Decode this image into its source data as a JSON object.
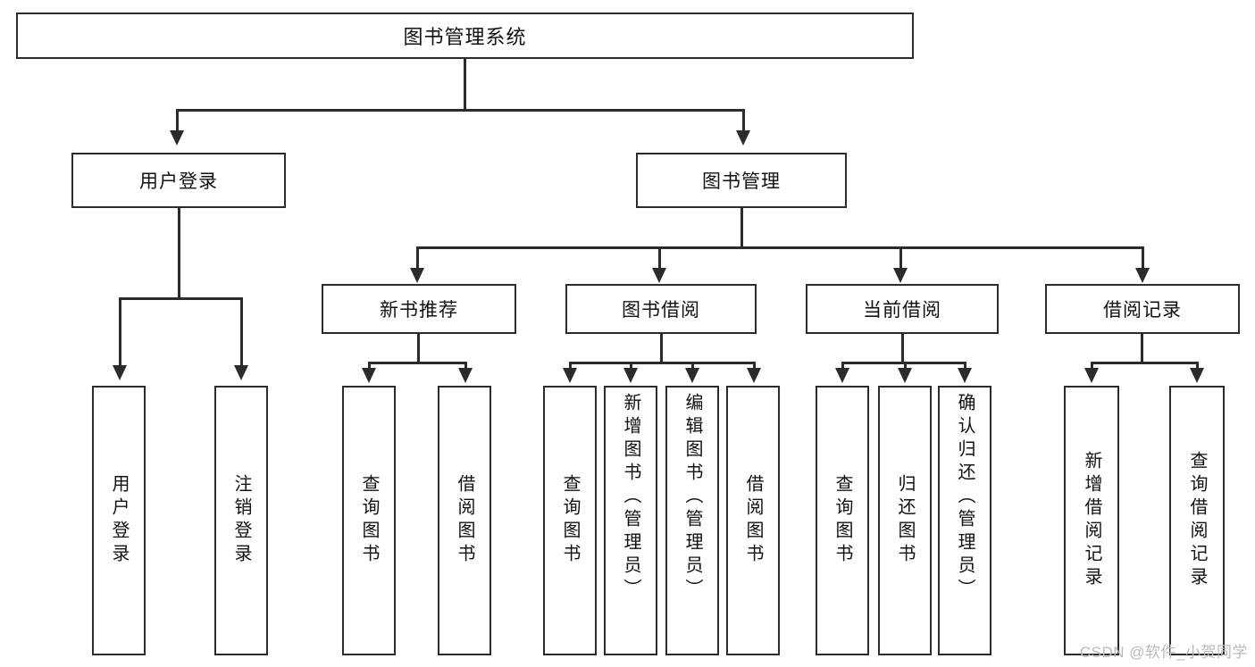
{
  "diagram": {
    "title": "图书管理系统",
    "type": "tree",
    "root": {
      "id": "root",
      "label": "图书管理系统",
      "orientation": "horizontal"
    },
    "level2": [
      {
        "id": "user-login",
        "label": "用户登录",
        "orientation": "horizontal"
      },
      {
        "id": "book-management",
        "label": "图书管理",
        "orientation": "horizontal"
      }
    ],
    "level3": [
      {
        "id": "new-book-recommend",
        "label": "新书推荐",
        "orientation": "horizontal",
        "parent": "book-management"
      },
      {
        "id": "book-borrow",
        "label": "图书借阅",
        "orientation": "horizontal",
        "parent": "book-management"
      },
      {
        "id": "current-borrow",
        "label": "当前借阅",
        "orientation": "horizontal",
        "parent": "book-management"
      },
      {
        "id": "borrow-record",
        "label": "借阅记录",
        "orientation": "horizontal",
        "parent": "book-management"
      }
    ],
    "leaves": [
      {
        "id": "leaf-user-login",
        "label": "用户登录",
        "parent": "user-login",
        "orientation": "vertical"
      },
      {
        "id": "leaf-logout",
        "label": "注销登录",
        "parent": "user-login",
        "orientation": "vertical"
      },
      {
        "id": "leaf-query-book-1",
        "label": "查询图书",
        "parent": "new-book-recommend",
        "orientation": "vertical"
      },
      {
        "id": "leaf-borrow-book-1",
        "label": "借阅图书",
        "parent": "new-book-recommend",
        "orientation": "vertical"
      },
      {
        "id": "leaf-query-book-2",
        "label": "查询图书",
        "parent": "book-borrow",
        "orientation": "vertical"
      },
      {
        "id": "leaf-add-book",
        "label": "新增图书（管理员）",
        "parent": "book-borrow",
        "orientation": "vertical"
      },
      {
        "id": "leaf-edit-book",
        "label": "编辑图书（管理员）",
        "parent": "book-borrow",
        "orientation": "vertical"
      },
      {
        "id": "leaf-borrow-book-2",
        "label": "借阅图书",
        "parent": "book-borrow",
        "orientation": "vertical"
      },
      {
        "id": "leaf-query-book-3",
        "label": "查询图书",
        "parent": "current-borrow",
        "orientation": "vertical"
      },
      {
        "id": "leaf-return-book",
        "label": "归还图书",
        "parent": "current-borrow",
        "orientation": "vertical"
      },
      {
        "id": "leaf-confirm-return",
        "label": "确认归还（管理员）",
        "parent": "current-borrow",
        "orientation": "vertical"
      },
      {
        "id": "leaf-add-record",
        "label": "新增借阅记录",
        "parent": "borrow-record",
        "orientation": "vertical"
      },
      {
        "id": "leaf-query-record",
        "label": "查询借阅记录",
        "parent": "borrow-record",
        "orientation": "vertical"
      }
    ],
    "colors": {
      "stroke": "#2b2b2b",
      "fill": "#ffffff",
      "text": "#111111",
      "watermark": "#b9b9b9"
    }
  },
  "watermark": {
    "text": "CSDN @软件_小贺同学"
  }
}
